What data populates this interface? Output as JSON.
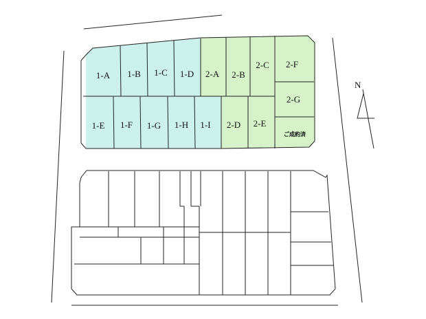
{
  "colors": {
    "phase1": "#ccf0ec",
    "phase2": "#d6f2c8",
    "line": "#222222",
    "background": "#ffffff"
  },
  "north": {
    "label": "N"
  },
  "lots": {
    "phase1_top": [
      "1-A",
      "1-B",
      "1-C",
      "1-D"
    ],
    "phase2_top": [
      "2-A",
      "2-B",
      "2-C",
      "2-F"
    ],
    "phase1_bottom": [
      "1-E",
      "1-F",
      "1-G",
      "1-H",
      "1-I"
    ],
    "phase2_bottom": [
      "2-D",
      "2-E",
      "2-G"
    ],
    "sold": {
      "label": "ご成約済"
    }
  }
}
